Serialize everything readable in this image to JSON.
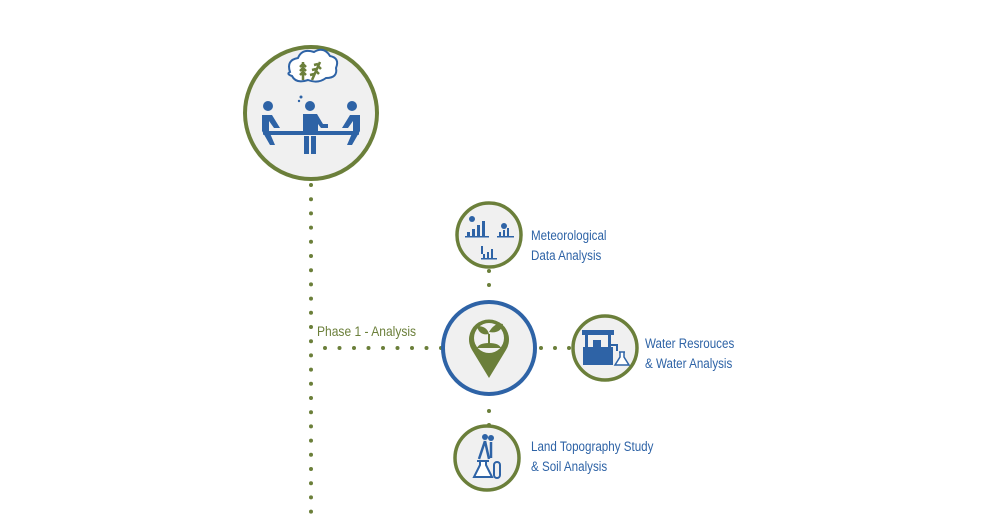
{
  "colors": {
    "green": "#6b7f3a",
    "blue": "#2e63a6",
    "circle_fill": "#f0f0f0"
  },
  "phase_label": "Phase 1 - Analysis",
  "nodes": {
    "meeting": {
      "icon": "farmers-meeting-icon"
    },
    "center": {
      "icon": "plant-location-pin-icon"
    },
    "meteorological": {
      "line1": "Meteorological",
      "line2": "Data Analysis",
      "icon": "weather-charts-icon"
    },
    "water": {
      "line1": "Water Resrouces",
      "line2": "& Water Analysis",
      "icon": "water-well-icon"
    },
    "land": {
      "line1": "Land Topography Study",
      "line2": "& Soil Analysis",
      "icon": "surveyor-lab-icon"
    }
  }
}
